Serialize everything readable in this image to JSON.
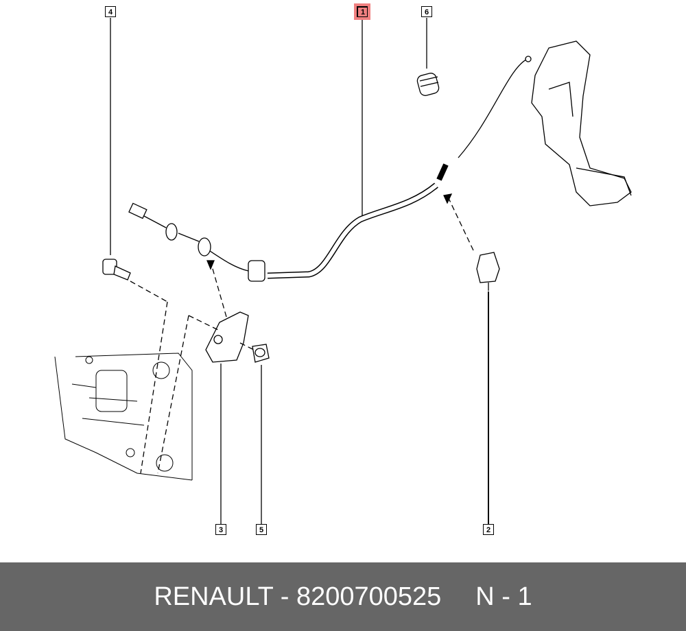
{
  "callouts": [
    {
      "number": "1",
      "highlighted": true
    },
    {
      "number": "2"
    },
    {
      "number": "3"
    },
    {
      "number": "4"
    },
    {
      "number": "5"
    },
    {
      "number": "6"
    }
  ],
  "footer": {
    "brand_part": "RENAULT - 8200700525",
    "suffix": "N - 1"
  },
  "colors": {
    "highlight": "#f08080",
    "footer_bg": "#666666"
  }
}
